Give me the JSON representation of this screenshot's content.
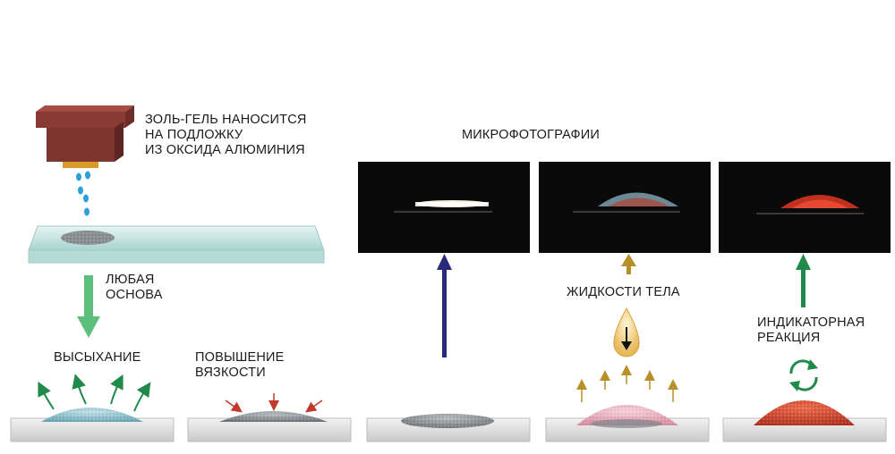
{
  "labels": {
    "sol_gel_line1": "ЗОЛЬ-ГЕЛЬ НАНОСИТСЯ",
    "sol_gel_line2": "НА ПОДЛОЖКУ",
    "sol_gel_line3": "ИЗ ОКСИДА АЛЮМИНИЯ",
    "any_base_line1": "ЛЮБАЯ",
    "any_base_line2": "ОСНОВА",
    "drying": "ВЫСЫХАНИЕ",
    "viscosity_line1": "ПОВЫШЕНИЕ",
    "viscosity_line2": "ВЯЗКОСТИ",
    "micrographs": "МИКРОФОТОГРАФИИ",
    "body_fluids": "ЖИДКОСТИ ТЕЛА",
    "indicator_line1": "ИНДИКАТОРНАЯ",
    "indicator_line2": "РЕАКЦИЯ"
  },
  "colors": {
    "dispenser": "#8a3a34",
    "dispenser_nozzle": "#d99a2a",
    "droplet": "#2aa2d8",
    "glass": "#cfe9e6",
    "arrow_green_light": "#5cc07a",
    "arrow_green": "#1f8a4a",
    "arrow_navy": "#2a2a7a",
    "arrow_gold": "#b8902a",
    "arrow_red": "#c0392b",
    "gel_blue": "#8ec3cf",
    "gel_grey": "#8f9599",
    "gel_pink": "#e8a8b8",
    "gel_red": "#d0422c"
  }
}
